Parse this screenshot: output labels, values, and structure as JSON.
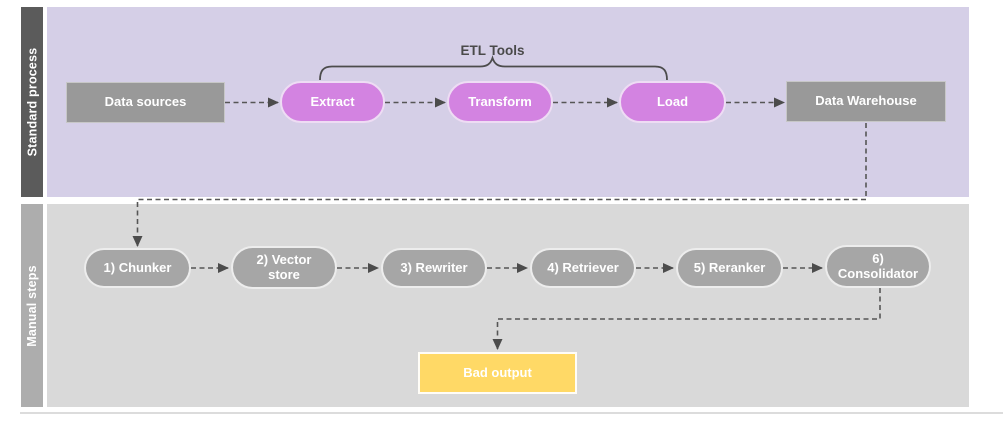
{
  "diagram": {
    "lanes": [
      {
        "label": "Standard process"
      },
      {
        "label": "Manual steps"
      }
    ],
    "annotation": {
      "brace_label": "ETL Tools"
    },
    "standard_process": {
      "data_sources": "Data sources",
      "extract": "Extract",
      "transform": "Transform",
      "load": "Load",
      "data_warehouse": "Data Warehouse"
    },
    "manual_steps": {
      "chunker": "1) Chunker",
      "vector_store": "2) Vector store",
      "rewriter": "3) Rewriter",
      "retriever": "4) Retriever",
      "reranker": "5) Reranker",
      "consolidator": "6) Consolidator",
      "bad_output": "Bad output"
    },
    "colors": {
      "lane1_bar": "#5b5b5b",
      "lane1_body": "#d5cfe7",
      "lane2_bar": "#adadad",
      "lane2_body": "#d9d9d9",
      "gray_box": "#999999",
      "gray_pill": "#a6a6a6",
      "pink_pill": "#d383e1",
      "yellow_box": "#ffd966",
      "connector": "#565656",
      "label_text": "#4a4a4a",
      "node_text": "#ffffff"
    }
  }
}
